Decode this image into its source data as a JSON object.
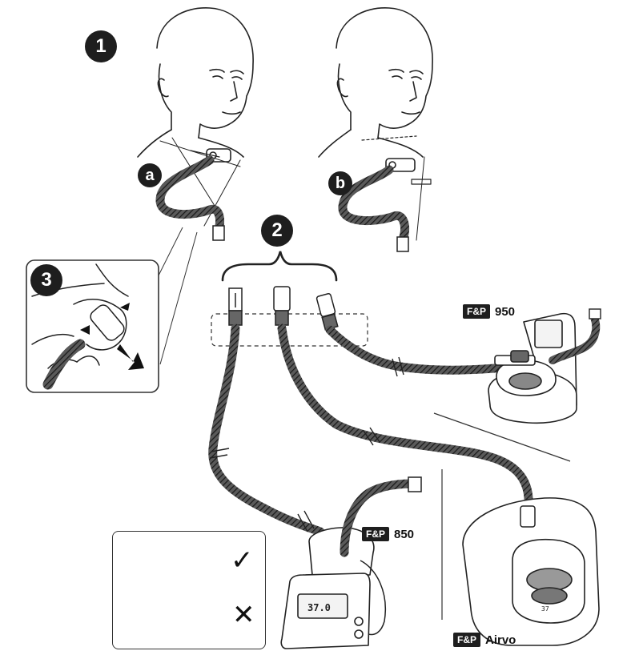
{
  "steps": {
    "step1": "1",
    "step2": "2",
    "step3": "3",
    "sub_a": "a",
    "sub_b": "b"
  },
  "devices": {
    "fp_950": {
      "logo": "F&P",
      "model": "950"
    },
    "fp_850": {
      "logo": "F&P",
      "model": "850"
    },
    "fp_airvo": {
      "logo": "F&P",
      "model": "Airvo"
    },
    "fp_850_display": "37.0",
    "airvo_display": "37"
  },
  "check_box": {
    "correct_mark": "✓",
    "incorrect_mark": "✕"
  },
  "colors": {
    "ink": "#1e1e1e",
    "badge": "#1e1e1e",
    "background": "#ffffff"
  }
}
